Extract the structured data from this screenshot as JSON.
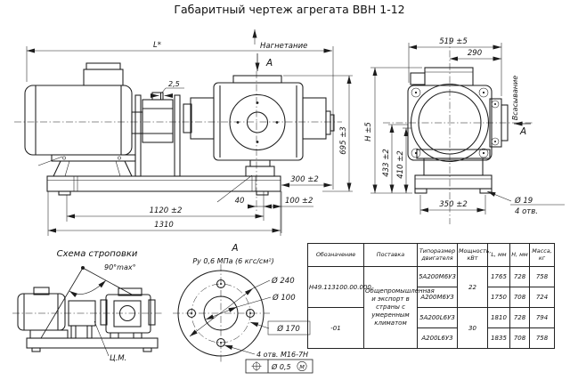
{
  "title": "Габаритный чертеж агрегата ВВН 1-12",
  "main_view": {
    "dim_L": "L*",
    "discharge_label": "Нагнетание",
    "view_arrow_label": "А",
    "dim_gap": "2,5",
    "dim_695": "695 ±3",
    "dim_300": "300 ±2",
    "dim_40": "40",
    "dim_100": "100 ±2",
    "dim_1120": "1120 ±2",
    "dim_1310": "1310"
  },
  "end_view": {
    "dim_519": "519 ±5",
    "dim_290": "290",
    "suction_label": "Всасывание",
    "view_arrow_label": "А",
    "dim_H": "Н ±5",
    "dim_433": "433 ±2",
    "dim_410": "410 ±2",
    "dim_350": "350 ±2",
    "holes_dia": "Ø 19",
    "holes_count": "4 отв."
  },
  "sling_scheme": {
    "title": "Схема строповки",
    "angle_label": "90°max°",
    "center_mass_label": "Ц.М."
  },
  "view_a": {
    "title": "А",
    "pressure_label": "Ру 0,6 МПа (6 кгс/см²)",
    "dia_outer": "Ø 240",
    "dia_bore": "Ø 100",
    "dia_bolt_circle": "Ø 170",
    "holes_label": "4 отв. М16-7Н",
    "tolerance_value": "Ø 0,5",
    "tolerance_modifier": "М"
  },
  "table": {
    "headers": {
      "designation": "Обозначение",
      "delivery": "Поставка",
      "motor": "Типоразмер двигателя",
      "power": "Мощность, кВт",
      "length": "L, мм",
      "height": "Н, мм",
      "mass": "Масса, кг"
    },
    "designation_1": "Н49.113100.00.000",
    "designation_2": "-01",
    "delivery_text": "Общепромышленная и экспорт в страны с умеренным климатом",
    "power_1": "22",
    "power_2": "30",
    "rows": [
      {
        "motor": "5А200М6У3",
        "length": "1765",
        "height": "728",
        "mass": "758"
      },
      {
        "motor": "А200М6У3",
        "length": "1750",
        "height": "708",
        "mass": "724"
      },
      {
        "motor": "5А200L6У3",
        "length": "1810",
        "height": "728",
        "mass": "794"
      },
      {
        "motor": "А200L6У3",
        "length": "1835",
        "height": "708",
        "mass": "758"
      }
    ]
  }
}
